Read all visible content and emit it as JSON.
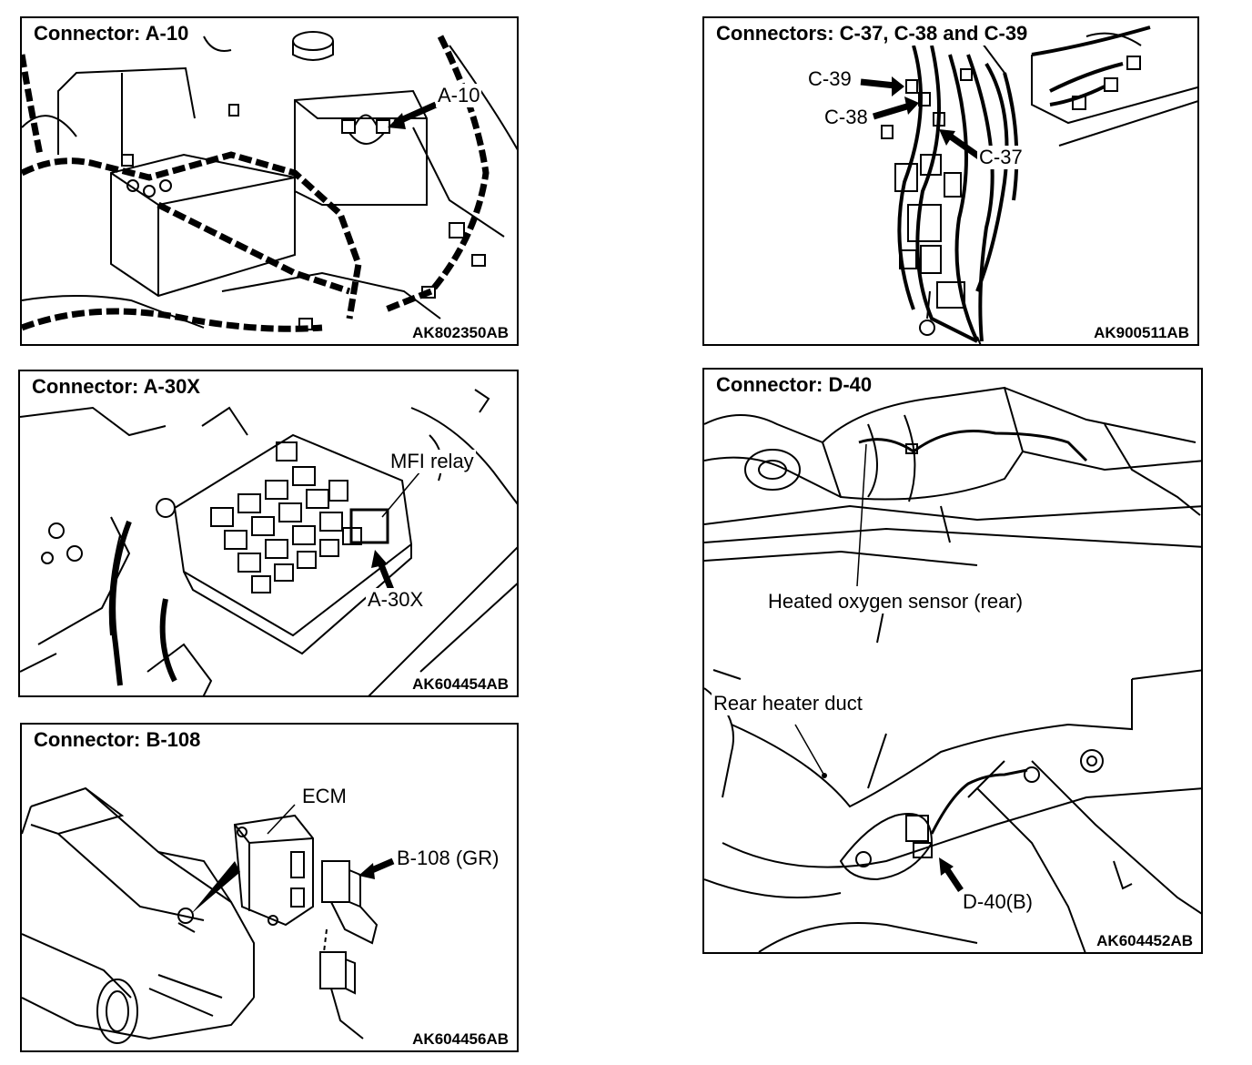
{
  "panels": {
    "a10": {
      "title": "Connector: A-10",
      "code": "AK802350AB",
      "callouts": {
        "connector": "A-10"
      }
    },
    "a30x": {
      "title": "Connector: A-30X",
      "code": "AK604454AB",
      "callouts": {
        "relay": "MFI relay",
        "connector": "A-30X"
      }
    },
    "b108": {
      "title": "Connector: B-108",
      "code": "AK604456AB",
      "callouts": {
        "ecm": "ECM",
        "connector": "B-108 (GR)"
      }
    },
    "c37": {
      "title": "Connectors: C-37, C-38 and C-39",
      "code": "AK900511AB",
      "callouts": {
        "c39": "C-39",
        "c38": "C-38",
        "c37": "C-37"
      }
    },
    "d40": {
      "title": "Connector: D-40",
      "code": "AK604452AB",
      "callouts": {
        "sensor": "Heated oxygen sensor (rear)",
        "duct": "Rear heater duct",
        "connector": "D-40(B)"
      }
    }
  }
}
